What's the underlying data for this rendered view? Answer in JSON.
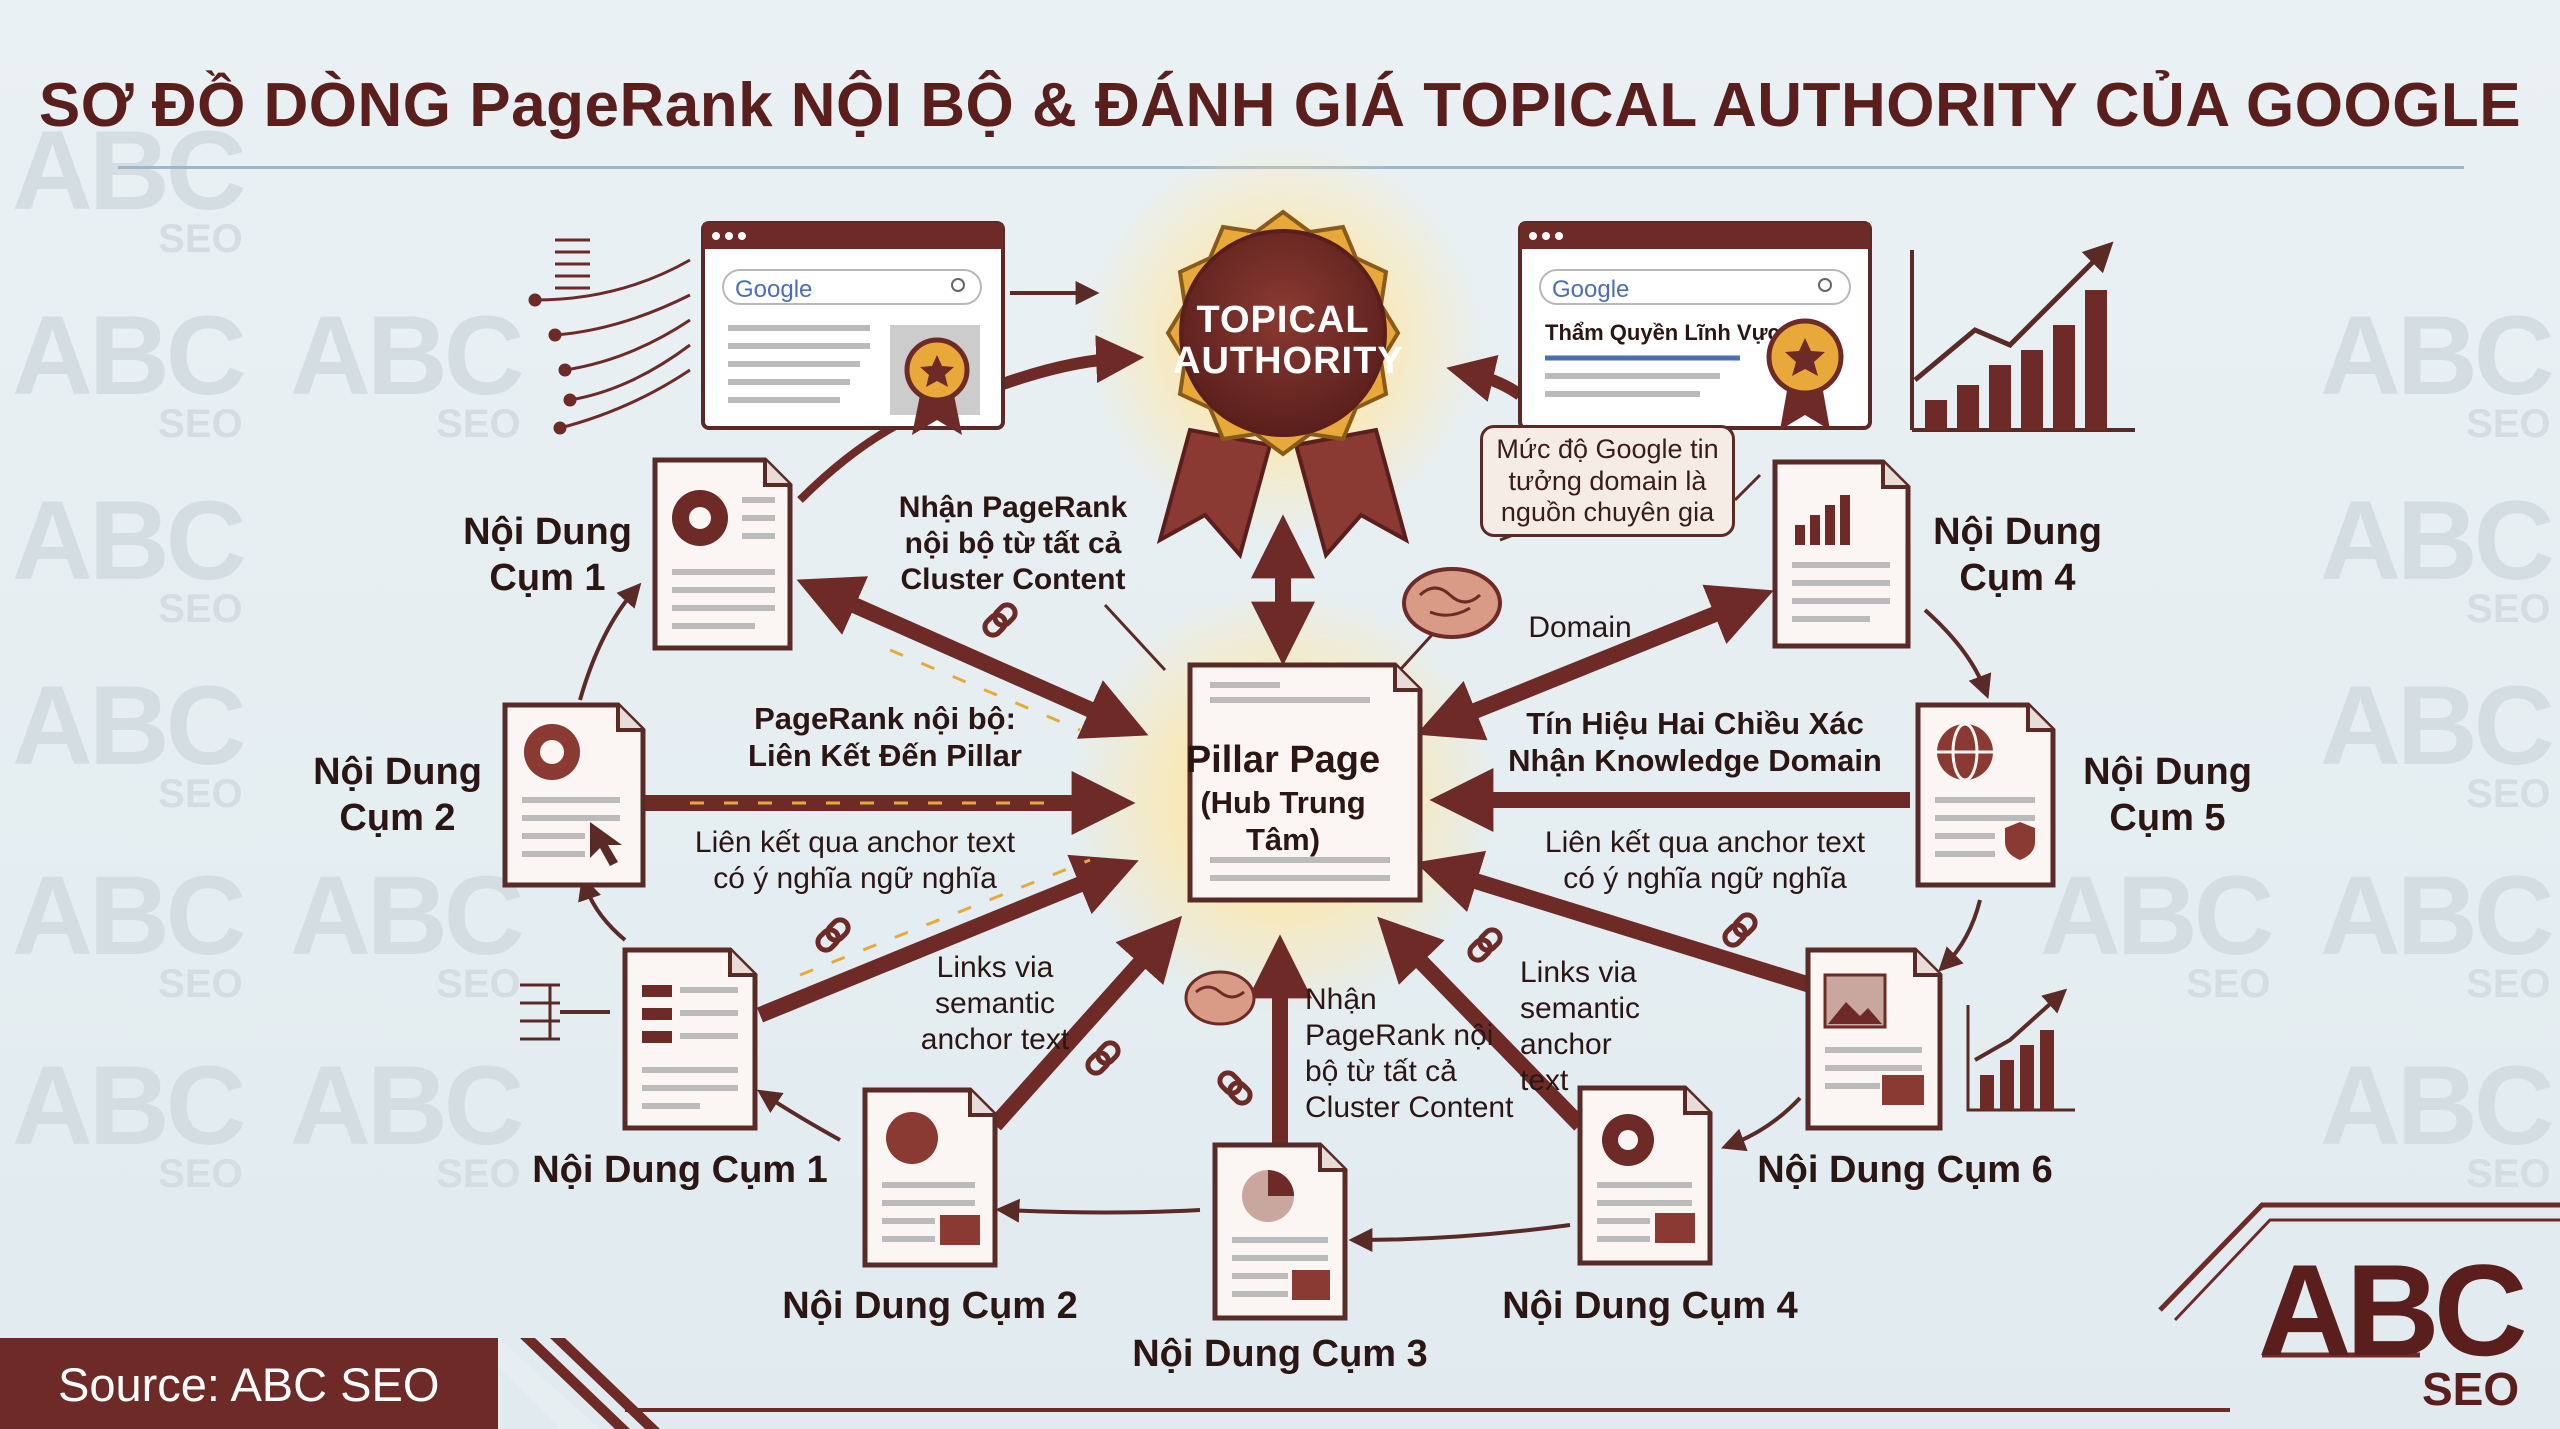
{
  "title": "SƠ ĐỒ DÒNG PageRank NỘI BỘ & ĐÁNH GIÁ TOPICAL AUTHORITY CỦA GOOGLE",
  "watermark": {
    "brand": "ABC",
    "sub": "SEO"
  },
  "badge": {
    "line1": "TOPICAL",
    "line2": "AUTHORITY"
  },
  "pillar": {
    "line1": "Pillar Page",
    "line2": "(Hub Trung Tâm)"
  },
  "nodes": {
    "c1_top": "Nội Dung Cụm 1",
    "c2_left": "Nội Dung Cụm 2",
    "c4_right": "Nội Dung Cụm 4",
    "c5_right": "Nội Dung Cụm 5",
    "c1_bottom": "Nội Dung Cụm 1",
    "c2_bottom": "Nội Dung Cụm 2",
    "c3_bottom": "Nội Dung Cụm 3",
    "c4_bottom": "Nội Dung Cụm 4",
    "c6_bottom": "Nội Dung Cụm 6"
  },
  "labels": {
    "receive_top": "Nhận PageRank nội bộ từ tất cả Cluster Content",
    "pagerank_internal": "PageRank nội bộ: Liên Kết Đến Pillar",
    "anchor_left": "Liên kết qua anchor text có ý nghĩa ngữ nghĩa",
    "links_via_left": "Links via semantic anchor text",
    "receive_bottom": "Nhận PageRank nội bộ từ tất cả Cluster Content",
    "links_via_right": "Links via semantic anchor text",
    "anchor_right": "Liên kết qua anchor text có ý nghĩa ngữ nghĩa",
    "signal": "Tín Hiệu Hai Chiều Xác Nhận Knowledge Domain",
    "domain": "Domain",
    "callout": "Mức độ Google tin tưởng domain là nguồn chuyên gia"
  },
  "serp_left": {
    "logo": "Google"
  },
  "serp_right": {
    "logo": "Google",
    "heading": "Thẩm Quyền Lĩnh Vực"
  },
  "source": "Source: ABC SEO",
  "logo": {
    "abc": "ABC",
    "seo": "SEO"
  },
  "colors": {
    "primary": "#6e2a27",
    "dark": "#3a1c1a",
    "gold": "#e9a93a",
    "paper": "#fbf6f4",
    "bg": "#e6eef2"
  }
}
